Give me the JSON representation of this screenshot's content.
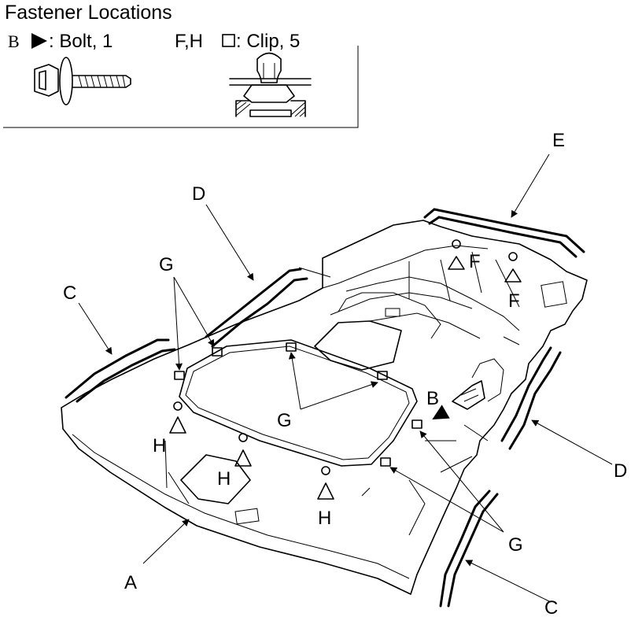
{
  "legend": {
    "title": "Fastener Locations",
    "bolt": {
      "code": "B",
      "text": ": Bolt, 1",
      "icon": "triangle-marker-icon"
    },
    "clip": {
      "code": "F,H",
      "text": ": Clip, 5",
      "icon": "square-marker-icon"
    }
  },
  "callouts": {
    "A": "A",
    "B": "B",
    "C": "C",
    "D": "D",
    "E": "E",
    "F": "F",
    "G": "G",
    "H": "H"
  }
}
